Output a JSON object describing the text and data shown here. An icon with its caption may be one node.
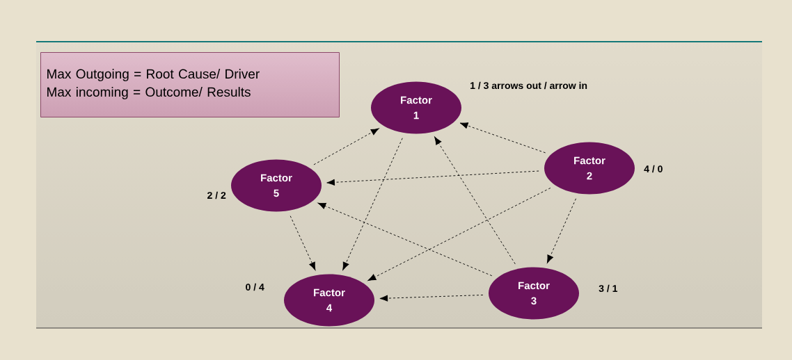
{
  "diagram": {
    "nodes": [
      {
        "text": [
          "Max Outgoing = Root Cause/ Driver",
          "Max incoming = Outcome/ Results"
        ]
      },
      {
        "text": [
          "Factor 1"
        ],
        "beside": [
          "1 / 3 arrows out  / arrow in"
        ]
      },
      {
        "text": [
          "Factor 2"
        ],
        "beside": [
          "4 / 0"
        ]
      },
      {
        "text": [
          "Factor 5"
        ],
        "beside": [
          "2 / 2"
        ]
      },
      {
        "text": [
          "Factor 3"
        ],
        "beside": [
          "3 / 1"
        ]
      },
      {
        "text": [
          "Factor 4"
        ],
        "beside": [
          "0 / 4"
        ]
      }
    ],
    "edges": [
      {
        "from": 3,
        "to": 1,
        "arrow": "to",
        "style": "dashed"
      },
      {
        "from": 1,
        "to": 5,
        "arrow": "to",
        "style": "dashed"
      },
      {
        "from": 2,
        "to": 1,
        "arrow": "to",
        "style": "dashed"
      },
      {
        "from": 2,
        "to": 3,
        "arrow": "to",
        "style": "dashed"
      },
      {
        "from": 2,
        "to": 5,
        "arrow": "to",
        "style": "dashed"
      },
      {
        "from": 2,
        "to": 4,
        "arrow": "to",
        "style": "dashed"
      },
      {
        "from": 4,
        "to": 1,
        "arrow": "to",
        "style": "dashed"
      },
      {
        "from": 4,
        "to": 3,
        "arrow": "to",
        "style": "dashed"
      },
      {
        "from": 4,
        "to": 5,
        "arrow": "to",
        "style": "dashed"
      },
      {
        "from": 3,
        "to": 5,
        "arrow": "to",
        "style": "dashed"
      }
    ]
  }
}
